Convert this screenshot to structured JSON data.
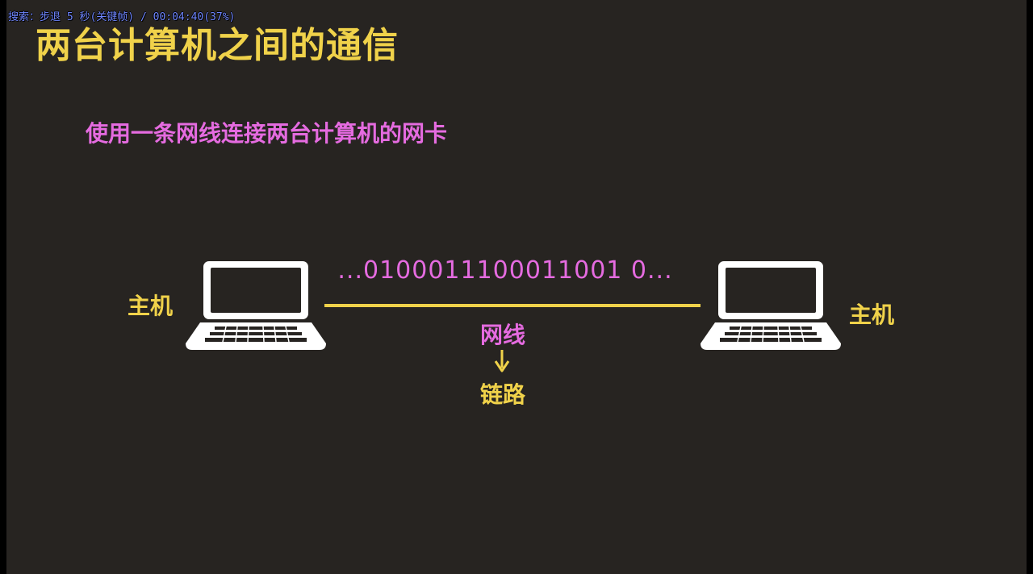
{
  "player": {
    "osd_text": "搜索：步退 5 秒(关键帧) / 00:04:40(37%)"
  },
  "slide": {
    "title": "两台计算机之间的通信",
    "subtitle": "使用一条网线连接两台计算机的网卡",
    "left_host_label": "主机",
    "right_host_label": "主机",
    "bitstream": "...0100011100011001 0...",
    "cable_label": "网线",
    "link_label": "链路"
  },
  "colors": {
    "background": "#272421",
    "title": "#f0d24a",
    "accent_pink": "#e56be0",
    "accent_yellow": "#f0d24a",
    "osd": "#6f86ff"
  },
  "icons": {
    "host": "laptop-icon",
    "arrow": "arrow-down-icon"
  }
}
